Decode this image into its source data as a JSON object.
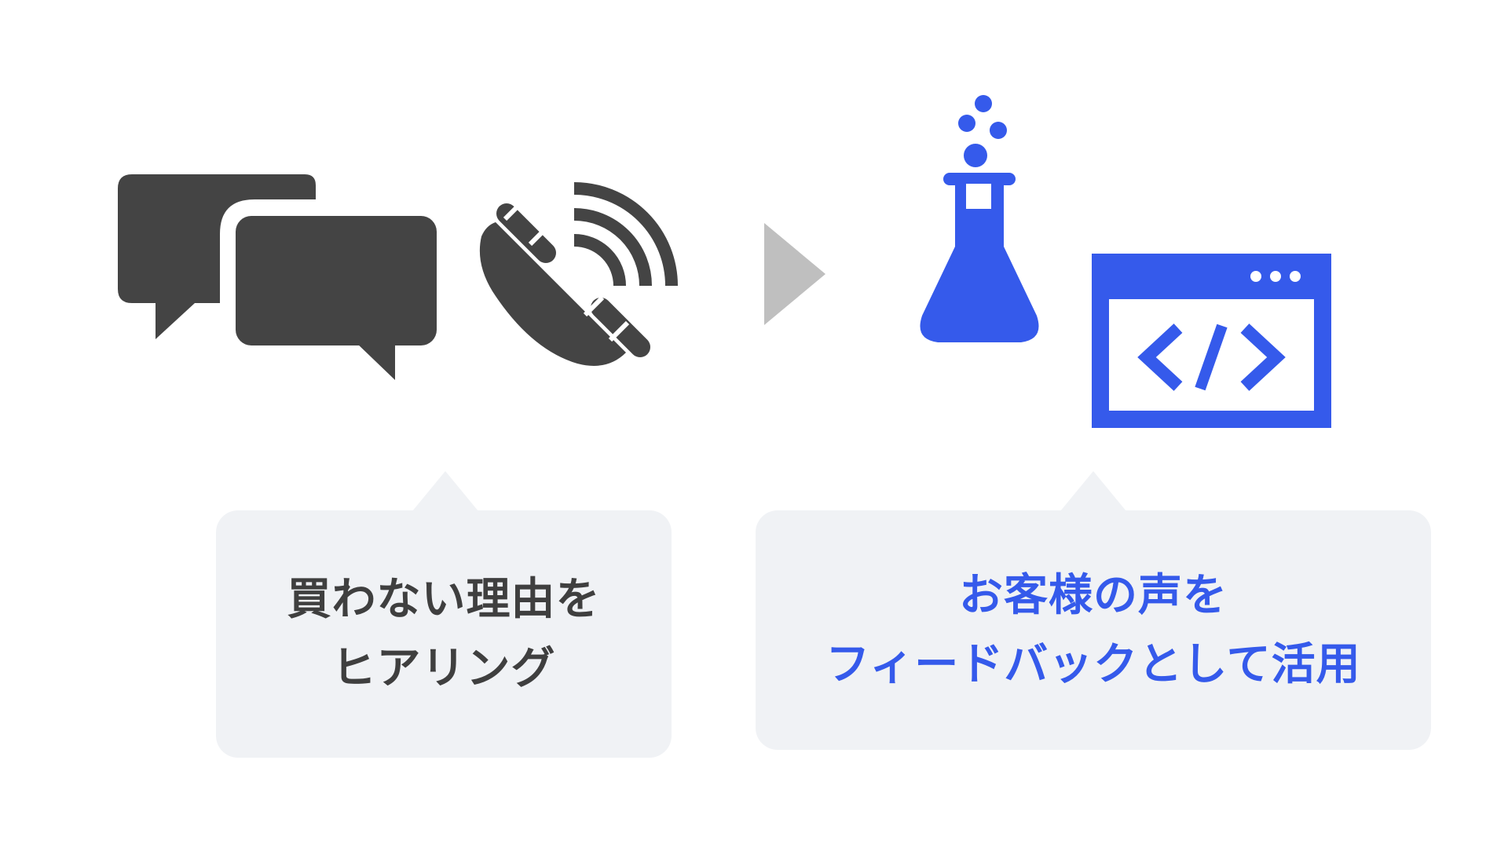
{
  "left": {
    "icons": [
      "chat-bubbles-icon",
      "phone-icon"
    ],
    "caption_line1": "買わない理由を",
    "caption_line2": "ヒアリング"
  },
  "arrow": {
    "icon": "right-triangle-arrow-icon"
  },
  "right": {
    "icons": [
      "flask-icon",
      "code-window-icon"
    ],
    "caption_line1": "お客様の声を",
    "caption_line2": "フィードバックとして活用"
  },
  "colors": {
    "dark": "#444444",
    "accent": "#355aeb",
    "arrow": "#bfbfbf",
    "bubble_bg": "#f0f2f5"
  }
}
